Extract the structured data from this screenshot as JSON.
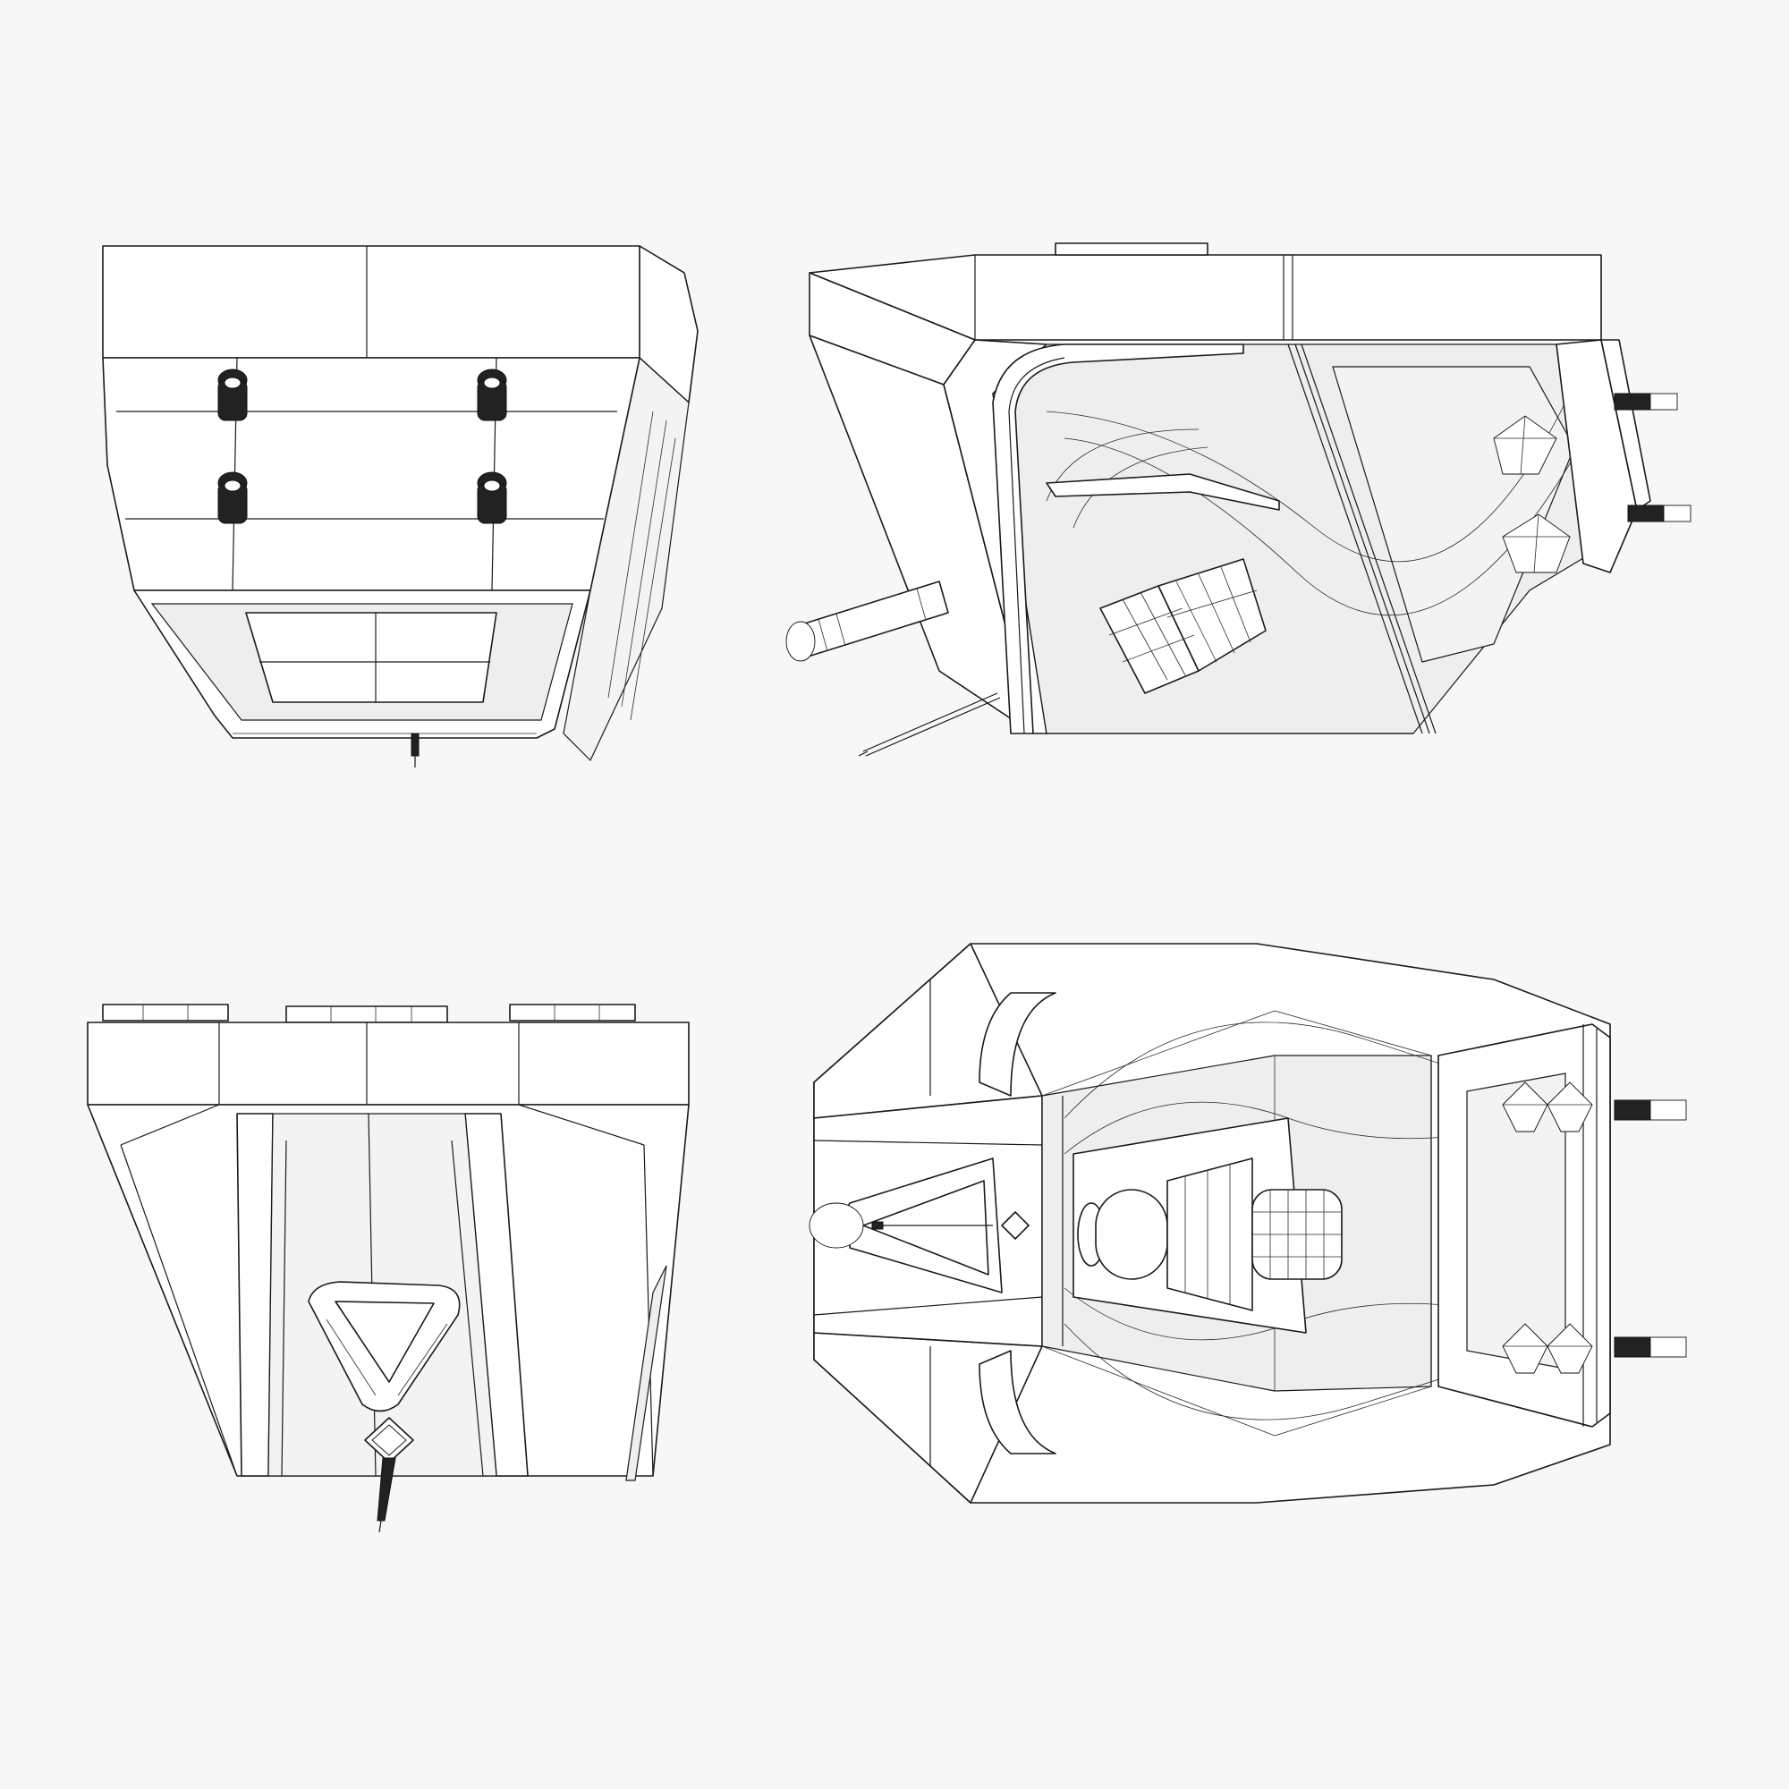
{
  "figure": {
    "views": [
      {
        "id": "bottom-view"
      },
      {
        "id": "side-view"
      },
      {
        "id": "front-view"
      },
      {
        "id": "top-view"
      }
    ]
  },
  "colors": {
    "background": "#f7f7f7",
    "surface": "#ffffff",
    "wire": "#1a1a1a"
  }
}
